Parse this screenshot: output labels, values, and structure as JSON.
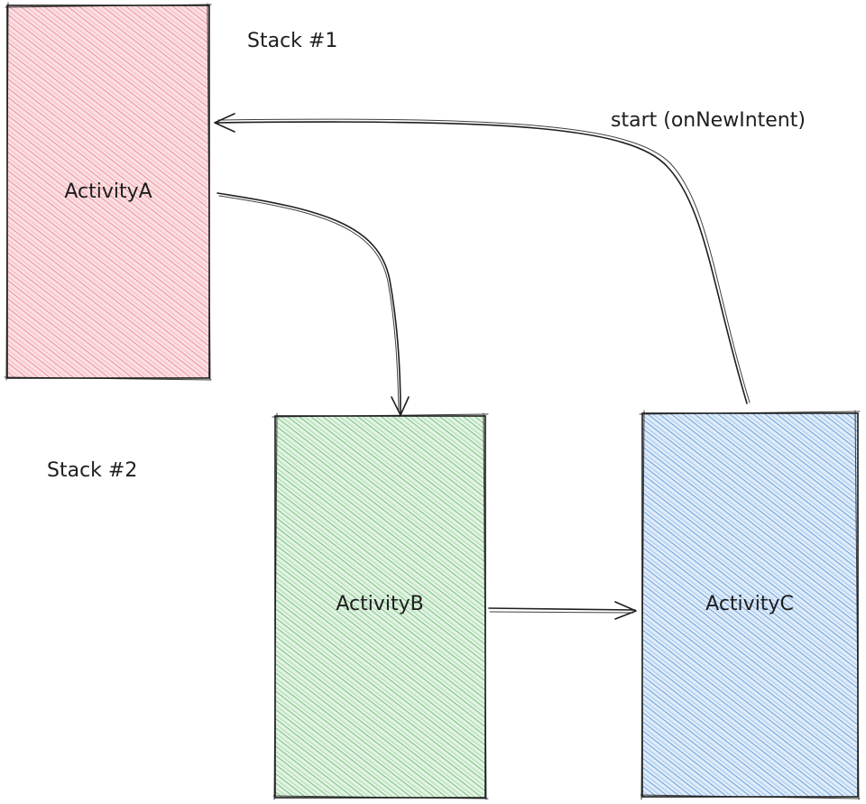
{
  "diagram": {
    "labels": {
      "stack1": "Stack #1",
      "stack2": "Stack #2",
      "edge_c_to_a": "start (onNewIntent)"
    },
    "nodes": [
      {
        "id": "a",
        "label": "ActivityA",
        "fill": "#f2a7ad",
        "hatch": "#e77f89"
      },
      {
        "id": "b",
        "label": "ActivityB",
        "fill": "#aedbb0",
        "hatch": "#5cb666"
      },
      {
        "id": "c",
        "label": "ActivityC",
        "fill": "#a7c8ec",
        "hatch": "#4d8fd6"
      }
    ],
    "edges": [
      {
        "from": "ActivityA",
        "to": "ActivityB",
        "label": ""
      },
      {
        "from": "ActivityB",
        "to": "ActivityC",
        "label": ""
      },
      {
        "from": "ActivityC",
        "to": "ActivityA",
        "label": "start (onNewIntent)"
      }
    ]
  }
}
